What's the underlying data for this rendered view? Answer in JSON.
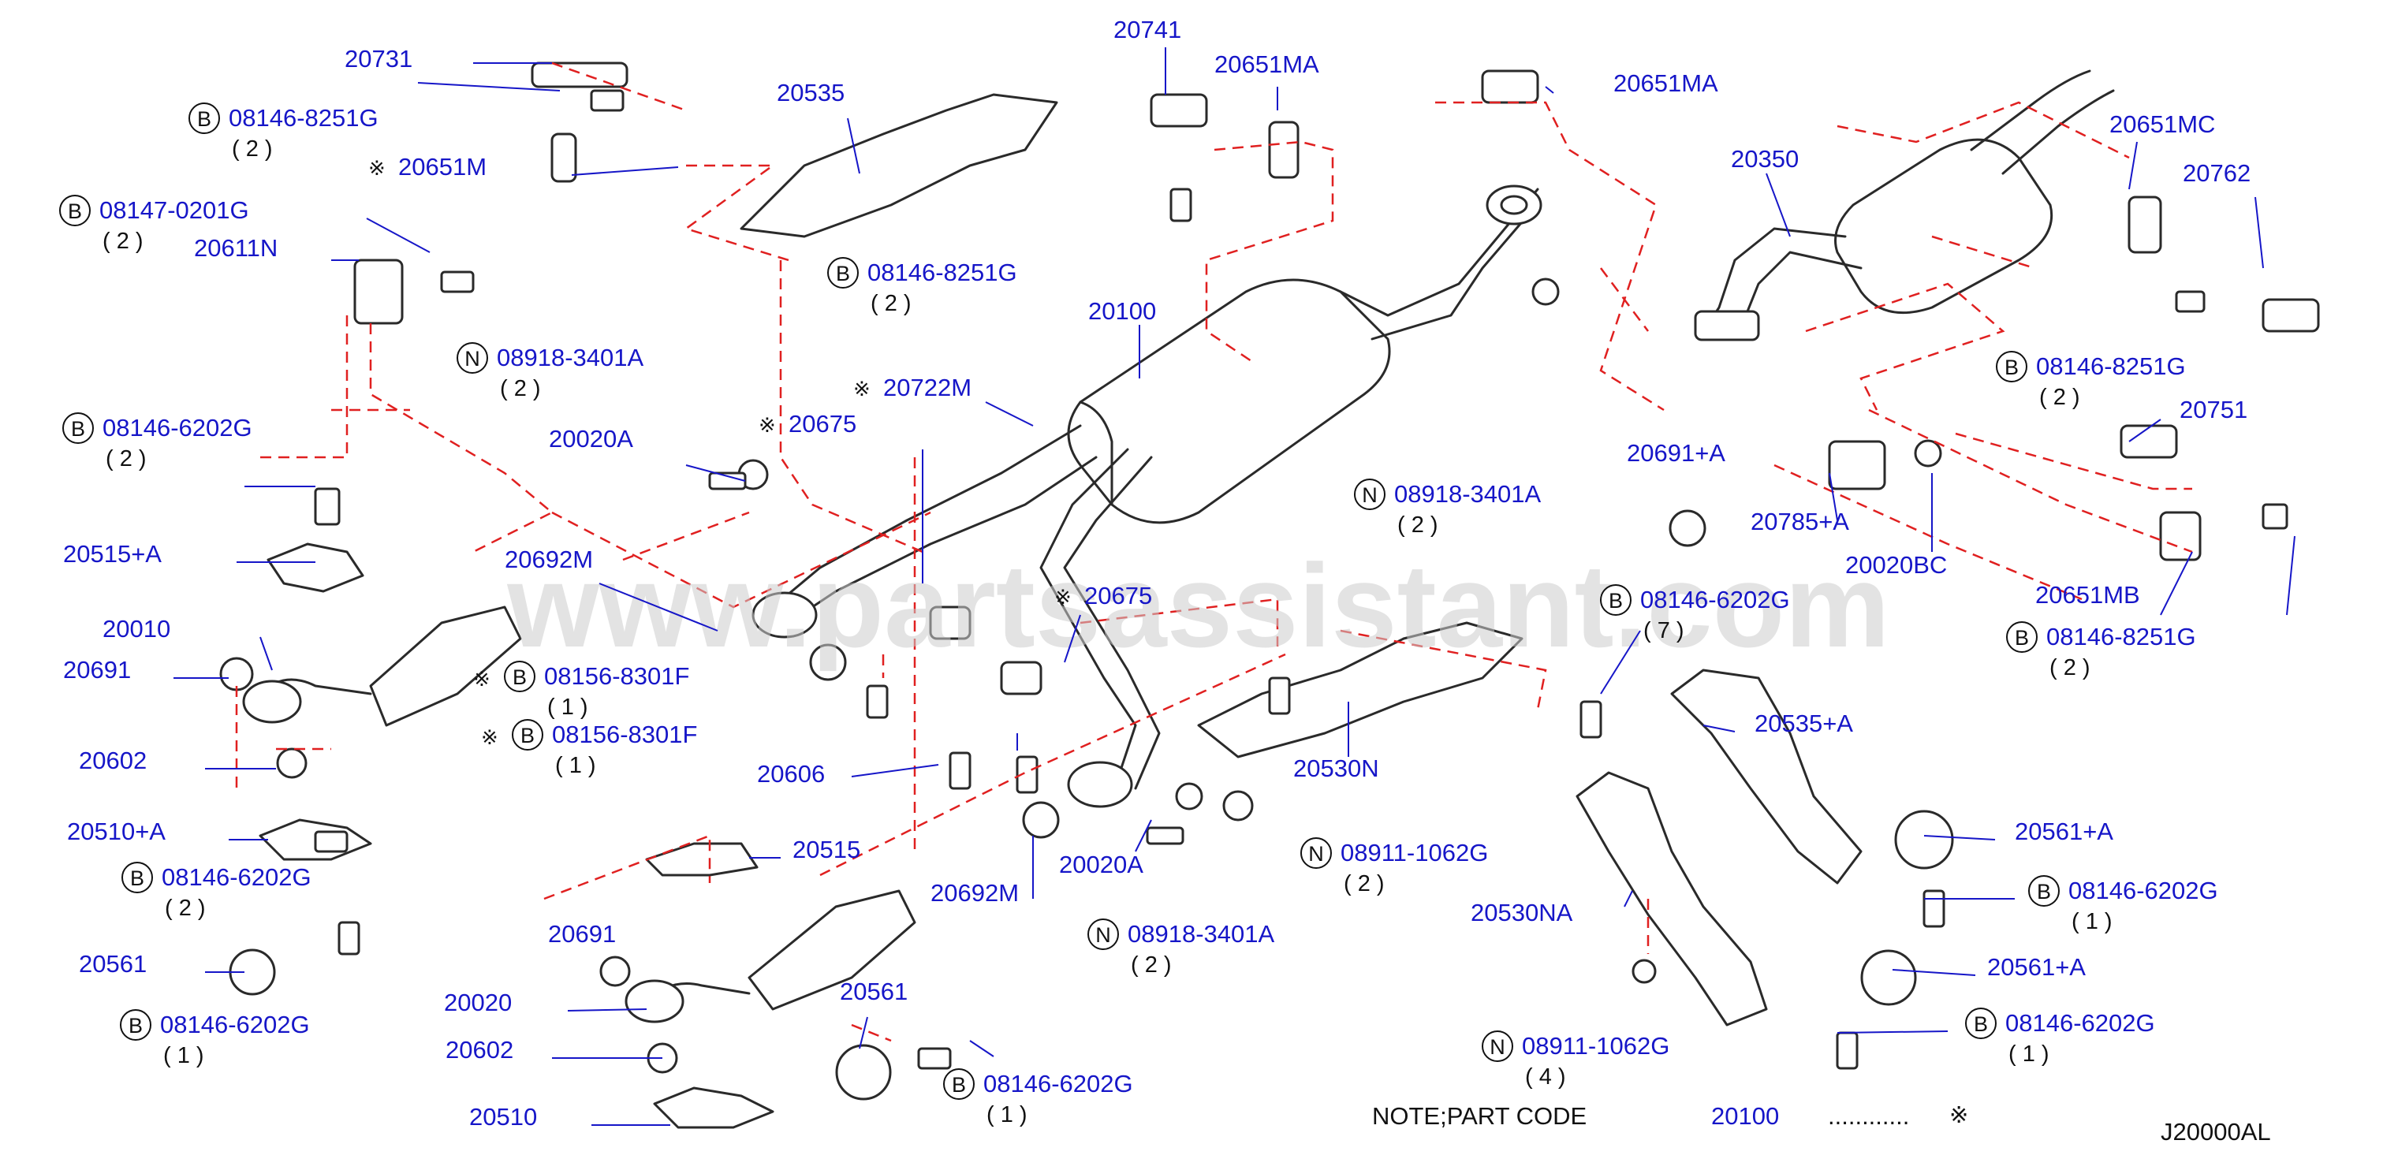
{
  "diagram": {
    "watermark": "www.partsassistant.com",
    "code": "J20000AL",
    "note": {
      "prefix": "NOTE;PART   CODE",
      "part": "20100",
      "dots": "............",
      "mark": "※"
    },
    "colors": {
      "label": "#1616c8",
      "drawing": "#2a2a2a",
      "dashed": "#e02020",
      "leader": "#1616c8",
      "watermark": "#c8c8c8"
    },
    "labels": [
      {
        "id": "20731",
        "text": "20731"
      },
      {
        "id": "b-08146-8251G-a",
        "badge": "B",
        "text": "08146-8251G",
        "qty": "( 2 )"
      },
      {
        "id": "20651M",
        "text": "20651M",
        "mark": "※"
      },
      {
        "id": "20535",
        "text": "20535"
      },
      {
        "id": "20741",
        "text": "20741"
      },
      {
        "id": "20651MA-a",
        "text": "20651MA"
      },
      {
        "id": "20651MA-b",
        "text": "20651MA"
      },
      {
        "id": "b-08147-0201G",
        "badge": "B",
        "text": "08147-0201G",
        "qty": "( 2 )"
      },
      {
        "id": "20611N",
        "text": "20611N"
      },
      {
        "id": "b-08146-8251G-b",
        "badge": "B",
        "text": "08146-8251G",
        "qty": "( 2 )"
      },
      {
        "id": "20100",
        "text": "20100"
      },
      {
        "id": "20350",
        "text": "20350"
      },
      {
        "id": "20651MC",
        "text": "20651MC"
      },
      {
        "id": "20762",
        "text": "20762"
      },
      {
        "id": "n-08918-3401A-a",
        "badge": "N",
        "text": "08918-3401A",
        "qty": "( 2 )"
      },
      {
        "id": "20722M",
        "text": "20722M",
        "mark": "※"
      },
      {
        "id": "20675-a",
        "text": "20675",
        "mark": "※"
      },
      {
        "id": "20020A-a",
        "text": "20020A"
      },
      {
        "id": "b-08146-6202G-a",
        "badge": "B",
        "text": "08146-6202G",
        "qty": "( 2 )"
      },
      {
        "id": "b-08146-8251G-c",
        "badge": "B",
        "text": "08146-8251G",
        "qty": "( 2 )"
      },
      {
        "id": "20751",
        "text": "20751"
      },
      {
        "id": "20691+A",
        "text": "20691+A"
      },
      {
        "id": "n-08918-3401A-b",
        "badge": "N",
        "text": "08918-3401A",
        "qty": "( 2 )"
      },
      {
        "id": "20785+A",
        "text": "20785+A"
      },
      {
        "id": "20020BC",
        "text": "20020BC"
      },
      {
        "id": "20651MB",
        "text": "20651MB"
      },
      {
        "id": "b-08146-8251G-d",
        "badge": "B",
        "text": "08146-8251G",
        "qty": "( 2 )"
      },
      {
        "id": "20515+A",
        "text": "20515+A"
      },
      {
        "id": "20692M-a",
        "text": "20692M"
      },
      {
        "id": "20675-b",
        "text": "20675",
        "mark": "※"
      },
      {
        "id": "b-08146-6202G-b",
        "badge": "B",
        "text": "08146-6202G",
        "qty": "( 7 )"
      },
      {
        "id": "20010",
        "text": "20010"
      },
      {
        "id": "20691-a",
        "text": "20691"
      },
      {
        "id": "b-08156-8301F-a",
        "badge": "B",
        "text": "08156-8301F",
        "qty": "( 1 )",
        "mark": "※"
      },
      {
        "id": "b-08156-8301F-b",
        "badge": "B",
        "text": "08156-8301F",
        "qty": "( 1 )",
        "mark": "※"
      },
      {
        "id": "20602-a",
        "text": "20602"
      },
      {
        "id": "20606",
        "text": "20606"
      },
      {
        "id": "20530N",
        "text": "20530N"
      },
      {
        "id": "20535+A",
        "text": "20535+A"
      },
      {
        "id": "20510+A",
        "text": "20510+A"
      },
      {
        "id": "20515",
        "text": "20515"
      },
      {
        "id": "20020A-b",
        "text": "20020A"
      },
      {
        "id": "n-08911-1062G-a",
        "badge": "N",
        "text": "08911-1062G",
        "qty": "( 2 )"
      },
      {
        "id": "20561+A-a",
        "text": "20561+A"
      },
      {
        "id": "b-08146-6202G-c",
        "badge": "B",
        "text": "08146-6202G",
        "qty": "( 2 )"
      },
      {
        "id": "20692M-b",
        "text": "20692M"
      },
      {
        "id": "20530NA",
        "text": "20530NA"
      },
      {
        "id": "b-08146-6202G-d",
        "badge": "B",
        "text": "08146-6202G",
        "qty": "( 1 )"
      },
      {
        "id": "20561",
        "text": "20561"
      },
      {
        "id": "n-08918-3401A-c",
        "badge": "N",
        "text": "08918-3401A",
        "qty": "( 2 )"
      },
      {
        "id": "20561+A-b",
        "text": "20561+A"
      },
      {
        "id": "20691-b",
        "text": "20691"
      },
      {
        "id": "b-08146-6202G-e",
        "badge": "B",
        "text": "08146-6202G",
        "qty": "( 1 )"
      },
      {
        "id": "20020",
        "text": "20020"
      },
      {
        "id": "b-08146-6202G-f",
        "badge": "B",
        "text": "08146-6202G",
        "qty": "( 1 )"
      },
      {
        "id": "20561-b",
        "text": "20561"
      },
      {
        "id": "n-08911-1062G-b",
        "badge": "N",
        "text": "08911-1062G",
        "qty": "( 4 )"
      },
      {
        "id": "20602-b",
        "text": "20602"
      },
      {
        "id": "b-08146-6202G-g",
        "badge": "B",
        "text": "08146-6202G",
        "qty": "( 1 )"
      },
      {
        "id": "20510",
        "text": "20510"
      }
    ]
  }
}
